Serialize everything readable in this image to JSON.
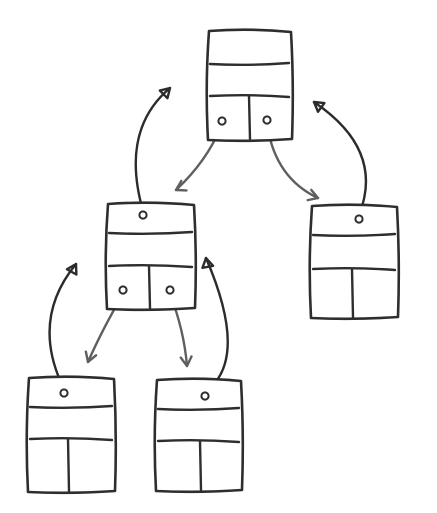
{
  "diagram": {
    "kind": "binary-tree-node-sketch",
    "style": "hand-drawn",
    "colors": {
      "background": "#ffffff",
      "ink": "#2e2e2e",
      "downward_pointer": "#5f5f5f",
      "parent_pointer": "#2b2b2b"
    },
    "nodes": [
      {
        "id": "root"
      },
      {
        "id": "left-child"
      },
      {
        "id": "right-child"
      },
      {
        "id": "left-left-grandchild"
      },
      {
        "id": "left-right-grandchild"
      }
    ],
    "pointers": [
      {
        "from": "root",
        "to": "left-child",
        "field": "left",
        "direction": "down"
      },
      {
        "from": "root",
        "to": "right-child",
        "field": "right",
        "direction": "down"
      },
      {
        "from": "left-child",
        "to": "left-left-grandchild",
        "field": "left",
        "direction": "down"
      },
      {
        "from": "left-child",
        "to": "left-right-grandchild",
        "field": "right",
        "direction": "down"
      },
      {
        "from": "left-child",
        "to": "root",
        "field": "parent",
        "direction": "up"
      },
      {
        "from": "right-child",
        "to": "root",
        "field": "parent",
        "direction": "up"
      },
      {
        "from": "left-left-grandchild",
        "to": "left-child",
        "field": "parent",
        "direction": "up"
      },
      {
        "from": "left-right-grandchild",
        "to": "left-child",
        "field": "parent",
        "direction": "up"
      }
    ]
  }
}
